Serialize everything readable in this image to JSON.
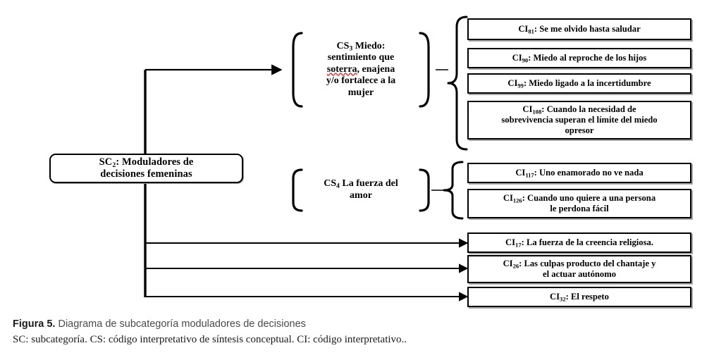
{
  "figure": {
    "caption_label": "Figura 5.",
    "caption_text": " Diagrama de subcategoría moduladores de decisiones",
    "legend": "SC: subcategoría. CS: código interpretativo de síntesis conceptual. CI: código interpretativo.."
  },
  "colors": {
    "stroke": "#000000",
    "background": "#ffffff",
    "shadow": "#a8a8a8",
    "spellcheck_underline": "#e03030",
    "caption_text": "#4a4a4a"
  },
  "diagram": {
    "type": "tree",
    "root": {
      "id": "SC2",
      "code": "SC",
      "code_sub": "2",
      "prefix": "SC",
      "label_line1": "SC2: Moduladores de",
      "label_line2": "decisiones femeninas",
      "shape": "rounded-rect"
    },
    "groups": [
      {
        "id": "CS3",
        "shape": "round-bracket",
        "code": "CS",
        "code_sub": "3",
        "label_lines": [
          "CS3 Miedo:",
          "sentimiento que",
          "soterra, enajena",
          "y/o fortalece a la",
          "mujer"
        ],
        "misspelled_word": "soterra",
        "children": [
          {
            "id": "CI81",
            "code": "CI",
            "code_sub": "81",
            "text": "Se me olvido hasta saludar"
          },
          {
            "id": "CI90",
            "code": "CI",
            "code_sub": "90",
            "text": "Miedo al reproche de los hijos"
          },
          {
            "id": "CI99",
            "code": "CI",
            "code_sub": "99",
            "text": "Miedo ligado a la incertidumbre"
          },
          {
            "id": "CI108",
            "code": "CI",
            "code_sub": "108",
            "text_line1": "Cuando la necesidad de",
            "text_line2": "sobrevivencia superan el límite del miedo",
            "text_line3": "opresor"
          }
        ]
      },
      {
        "id": "CS4",
        "shape": "round-bracket",
        "code": "CS",
        "code_sub": "4",
        "label_lines": [
          "CS4 La fuerza del",
          "amor"
        ],
        "children": [
          {
            "id": "CI117",
            "code": "CI",
            "code_sub": "117",
            "text": "Uno enamorado no ve nada"
          },
          {
            "id": "CI126",
            "code": "CI",
            "code_sub": "126",
            "text_line1": "Cuando uno quiere a una persona",
            "text_line2": "le perdona fácil"
          }
        ]
      }
    ],
    "direct_children": [
      {
        "id": "CI17",
        "code": "CI",
        "code_sub": "17",
        "text": "La fuerza de la creencia  religiosa."
      },
      {
        "id": "CI26",
        "code": "CI",
        "code_sub": "26",
        "text_line1": "Las culpas producto del chantaje y",
        "text_line2": "el actuar autónomo"
      },
      {
        "id": "CI32",
        "code": "CI",
        "code_sub": "32",
        "text": "El respeto"
      }
    ]
  },
  "labels": {
    "cs3_l1_a": "CS",
    "cs3_l1_sub": "3",
    "cs3_l1_b": " Miedo:",
    "cs3_l2": "sentimiento que",
    "cs3_l3_a": "soterra",
    "cs3_l3_b": ", enajena",
    "cs3_l4": "y/o fortalece a la",
    "cs3_l5": "mujer",
    "cs4_l1_a": "CS",
    "cs4_l1_sub": "4",
    "cs4_l1_b": " La fuerza del",
    "cs4_l2": "amor",
    "sc2_a": "SC",
    "sc2_sub": "2",
    "sc2_b": ": Moduladores de",
    "sc2_l2": "decisiones femeninas",
    "ci_prefix": "CI",
    "colon": ": ",
    "ci81_sub": "81",
    "ci81_text": "Se me olvido hasta saludar",
    "ci90_sub": "90",
    "ci90_text": "Miedo al reproche de los hijos",
    "ci99_sub": "99",
    "ci99_text": "Miedo ligado a la incertidumbre",
    "ci108_sub": "108",
    "ci108_l1": "Cuando la necesidad de",
    "ci108_l2": "sobrevivencia superan el límite del miedo",
    "ci108_l3": "opresor",
    "ci117_sub": "117",
    "ci117_text": "Uno enamorado no ve nada",
    "ci126_sub": "126",
    "ci126_l1": "Cuando uno quiere a una persona",
    "ci126_l2": "le perdona fácil",
    "ci17_sub": "17",
    "ci17_text": "La fuerza de la creencia  religiosa.",
    "ci26_sub": "26",
    "ci26_l1": "Las culpas producto del chantaje y",
    "ci26_l2": "el actuar autónomo",
    "ci32_sub": "32",
    "ci32_text": "El respeto"
  }
}
